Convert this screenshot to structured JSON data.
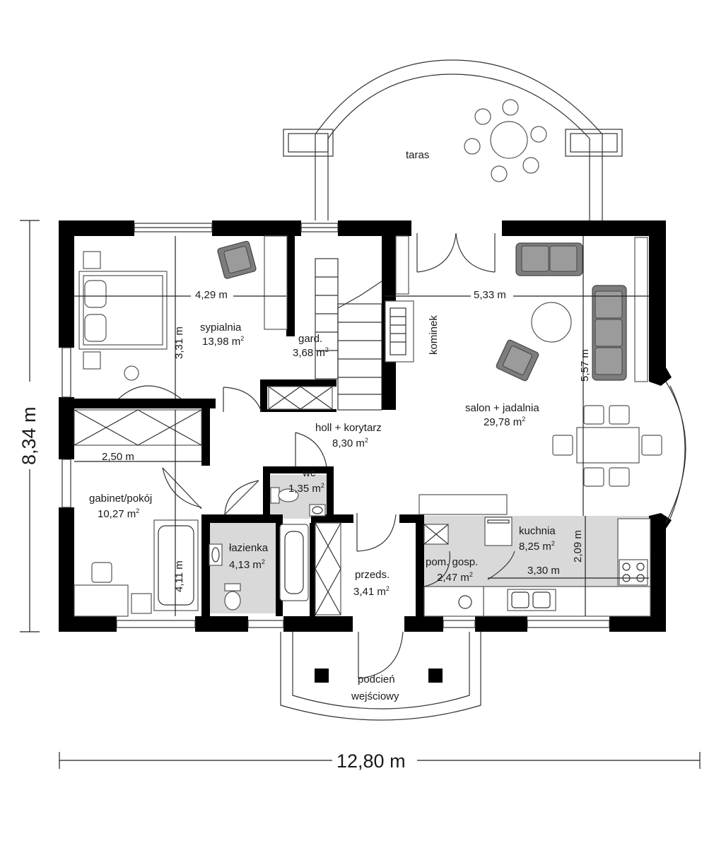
{
  "dimensions": {
    "total_width": "12,80 m",
    "total_depth": "8,34 m",
    "bedroom_width": "4,29 m",
    "bedroom_depth": "3,31 m",
    "living_width": "5,33 m",
    "living_depth": "5,57 m",
    "office_width": "2,50 m",
    "office_depth": "4,11 m",
    "kitchen_width": "3,30 m",
    "kitchen_depth": "2,09 m"
  },
  "rooms": {
    "terrace": "taras",
    "bedroom": {
      "name": "sypialnia",
      "area": "13,98 m",
      "sup": "2"
    },
    "wardrobe": {
      "name": "gard.",
      "area": "3,68 m",
      "sup": "2"
    },
    "fireplace": "kominek",
    "living": {
      "name": "salon + jadalnia",
      "area": "29,78 m",
      "sup": "2"
    },
    "hall": {
      "name": "holl + korytarz",
      "area": "8,30 m",
      "sup": "2"
    },
    "office": {
      "name": "gabinet/pokój",
      "area": "10,27 m",
      "sup": "2"
    },
    "wc": {
      "name": "wc",
      "area": "1,35 m",
      "sup": "2"
    },
    "bathroom": {
      "name": "łazienka",
      "area": "4,13 m",
      "sup": "2"
    },
    "vestibule": {
      "name": "przeds.",
      "area": "3,41 m",
      "sup": "2"
    },
    "utility": {
      "name": "pom. gosp.",
      "area": "2,47 m",
      "sup": "2"
    },
    "kitchen": {
      "name": "kuchnia",
      "area": "8,25 m",
      "sup": "2"
    },
    "porch_line1": "podcień",
    "porch_line2": "wejściowy"
  }
}
